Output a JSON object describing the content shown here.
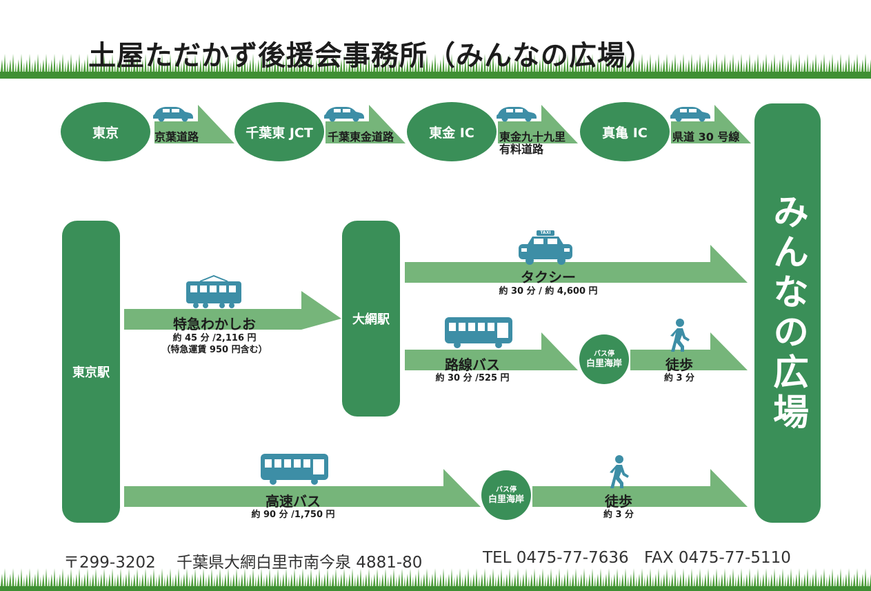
{
  "title": "土屋ただかず後援会事務所（みんなの広場）",
  "colors": {
    "green": "#3a8f58",
    "arrow": "#76b57a",
    "vehicle": "#3d8ea6",
    "grass": "#4f9e3c"
  },
  "car_route": {
    "nodes": [
      "東京",
      "千葉東 JCT",
      "東金 IC",
      "真亀 IC"
    ],
    "roads": [
      "京葉道路",
      "千葉東金道路",
      "東金九十九里\n有料道路",
      "県道 30 号線"
    ]
  },
  "destination": "みんなの広場",
  "stations": {
    "tokyo": "東京駅",
    "oami": "大網駅"
  },
  "routes": {
    "express_train": {
      "icon": "train-icon",
      "name": "特急わかしお",
      "detail1": "約 45 分 /2,116 円",
      "detail2": "（特急運賃 950 円含む）"
    },
    "taxi": {
      "icon": "taxi-icon",
      "name": "タクシー",
      "detail": "約 30 分 / 約 4,600 円",
      "sign": "TAXI"
    },
    "route_bus": {
      "icon": "bus-icon",
      "name": "路線バス",
      "detail": "約 30 分 /525 円"
    },
    "bus_stop_1": {
      "small": "バス停",
      "name": "白里海岸"
    },
    "walk_1": {
      "icon": "walking-icon",
      "name": "徒歩",
      "detail": "約 3 分"
    },
    "highway_bus": {
      "icon": "bus-icon",
      "name": "高速バス",
      "detail": "約 90 分 /1,750 円"
    },
    "bus_stop_2": {
      "small": "バス停",
      "name": "白里海岸"
    },
    "walk_2": {
      "icon": "walking-icon",
      "name": "徒歩",
      "detail": "約 3 分"
    }
  },
  "footer": {
    "postal": "〒299-3202",
    "address": "千葉県大網白里市南今泉 4881-80",
    "tel": "TEL 0475-77-7636",
    "fax": "FAX 0475-77-5110"
  }
}
